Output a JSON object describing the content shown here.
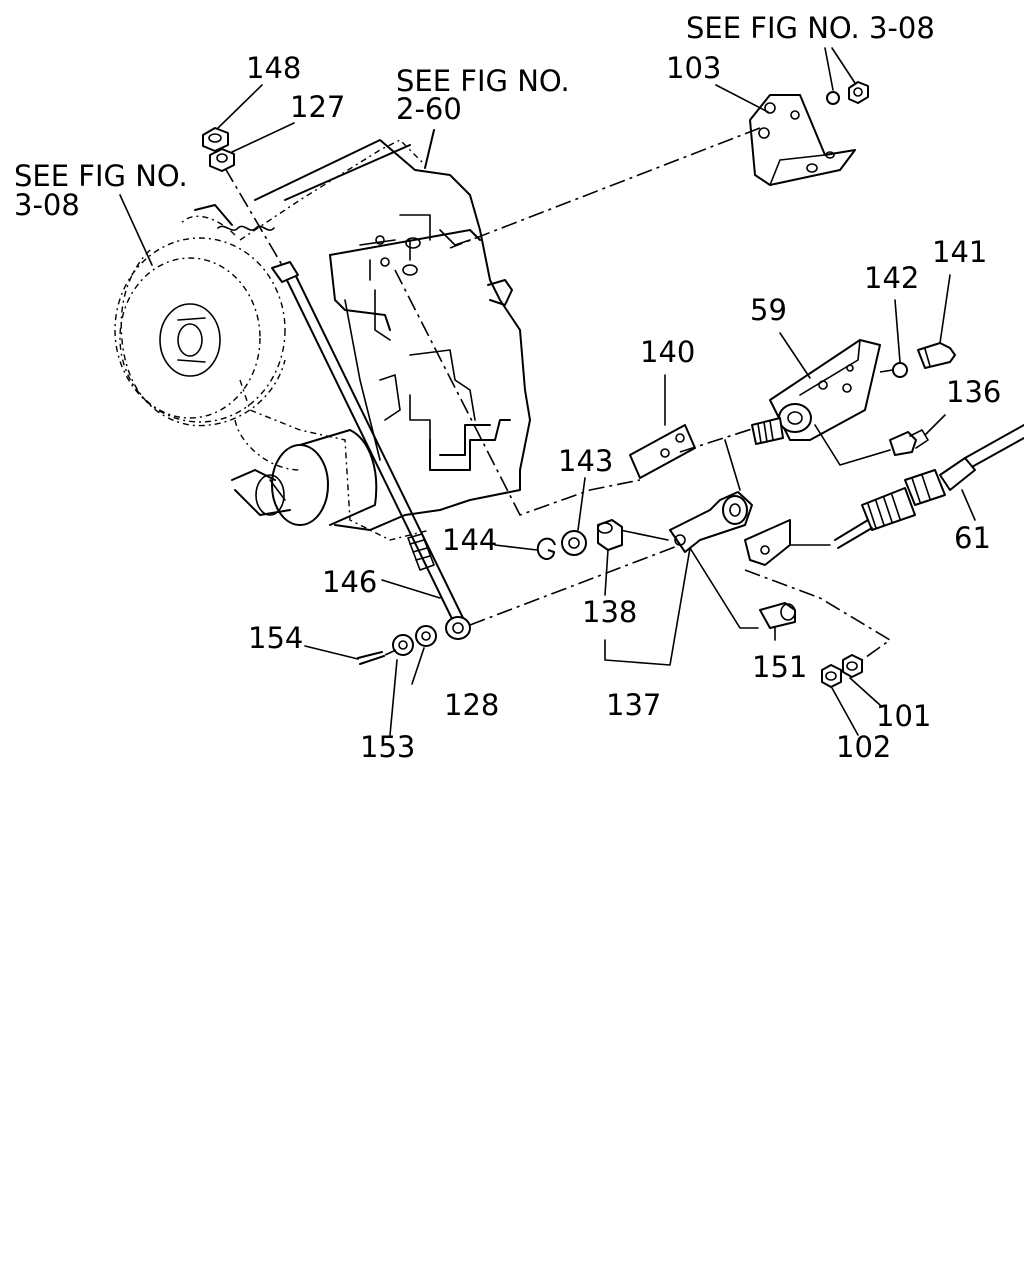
{
  "references": {
    "top_right": "SEE FIG NO. 3-08",
    "top_center_line1": "SEE FIG NO.",
    "top_center_line2": "2-60",
    "left_line1": "SEE FIG NO.",
    "left_line2": "3-08"
  },
  "callouts": {
    "p148": "148",
    "p127": "127",
    "p103": "103",
    "p141": "141",
    "p142": "142",
    "p59": "59",
    "p140": "140",
    "p136": "136",
    "p143": "143",
    "p144": "144",
    "p61": "61",
    "p146": "146",
    "p138": "138",
    "p154": "154",
    "p128": "128",
    "p151": "151",
    "p137": "137",
    "p153": "153",
    "p101": "101",
    "p102": "102"
  }
}
